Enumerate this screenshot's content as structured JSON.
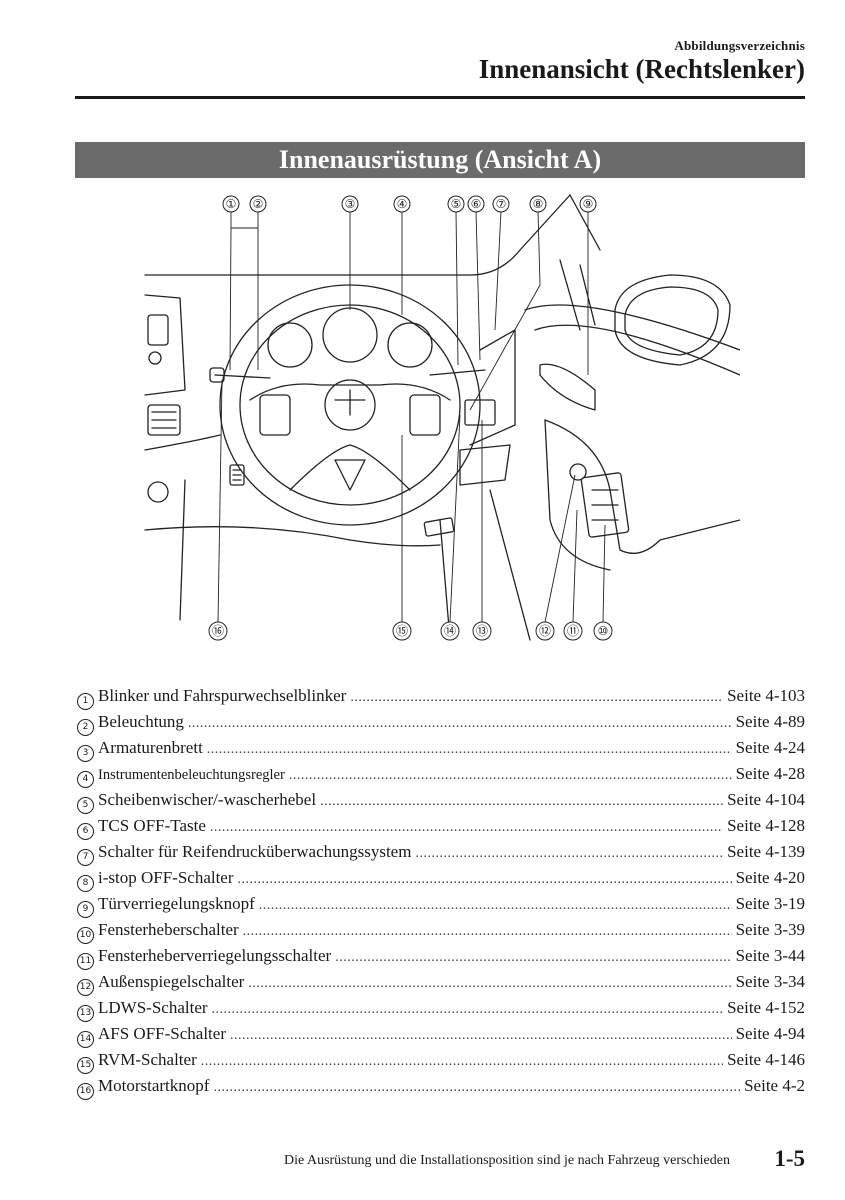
{
  "header": {
    "section": "Abbildungsverzeichnis",
    "title": "Innenansicht (Rechtslenker)"
  },
  "banner": "Innenausrüstung (Ansicht A)",
  "figure": {
    "callouts_top": [
      "①",
      "②",
      "③",
      "④",
      "⑤",
      "⑥",
      "⑦",
      "⑧",
      "⑨"
    ],
    "callouts_bottom": [
      "⑯",
      "⑮",
      "⑭",
      "⑬",
      "⑫",
      "⑪",
      "⑩"
    ]
  },
  "legend": [
    {
      "num": "1",
      "label": "Blinker und Fahrspurwechselblinker",
      "page": "Seite 4-103"
    },
    {
      "num": "2",
      "label": "Beleuchtung",
      "page": "Seite 4-89"
    },
    {
      "num": "3",
      "label": "Armaturenbrett",
      "page": "Seite 4-24"
    },
    {
      "num": "4",
      "label": "Instrumentenbeleuchtungsregler",
      "page": "Seite 4-28"
    },
    {
      "num": "5",
      "label": "Scheibenwischer/-wascherhebel",
      "page": "Seite 4-104"
    },
    {
      "num": "6",
      "label": "TCS OFF-Taste",
      "page": "Seite 4-128"
    },
    {
      "num": "7",
      "label": "Schalter für Reifendrucküberwachungssystem",
      "page": "Seite 4-139"
    },
    {
      "num": "8",
      "label": "i-stop OFF-Schalter",
      "page": "Seite 4-20"
    },
    {
      "num": "9",
      "label": "Türverriegelungsknopf",
      "page": "Seite 3-19"
    },
    {
      "num": "10",
      "label": "Fensterheberschalter",
      "page": "Seite 3-39"
    },
    {
      "num": "11",
      "label": "Fensterheberverriegelungsschalter",
      "page": "Seite 3-44"
    },
    {
      "num": "12",
      "label": "Außenspiegelschalter",
      "page": "Seite 3-34"
    },
    {
      "num": "13",
      "label": "LDWS-Schalter",
      "page": "Seite 4-152"
    },
    {
      "num": "14",
      "label": "AFS OFF-Schalter",
      "page": "Seite 4-94"
    },
    {
      "num": "15",
      "label": "RVM-Schalter",
      "page": "Seite 4-146"
    },
    {
      "num": "16",
      "label": "Motorstartknopf",
      "page": "Seite 4-2"
    }
  ],
  "footer": {
    "note": "Die Ausrüstung und die Installationsposition sind je nach Fahrzeug verschieden",
    "page": "1-5"
  }
}
